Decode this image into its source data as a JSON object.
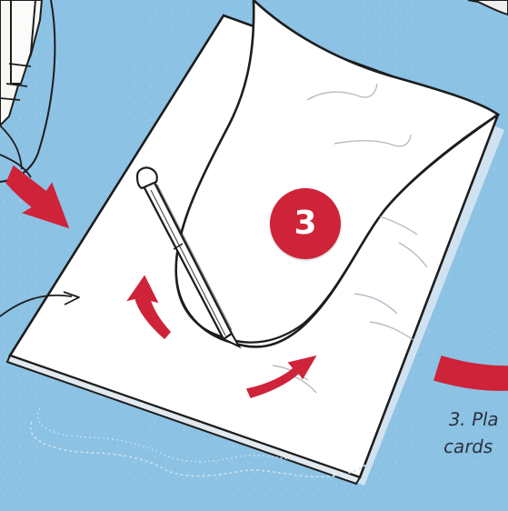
{
  "illustration": {
    "step_number": "3",
    "caption_line_1": "3. Pla",
    "caption_line_2": "cards",
    "colors": {
      "background": "#8cc2e4",
      "paper": "#ffffff",
      "outline": "#1d1d1d",
      "accent": "#cf2339",
      "badge_text": "#ffffff"
    },
    "icons": [
      "pen-icon",
      "pencil-icon",
      "arrow-icon",
      "tracing-shape-icon"
    ]
  }
}
